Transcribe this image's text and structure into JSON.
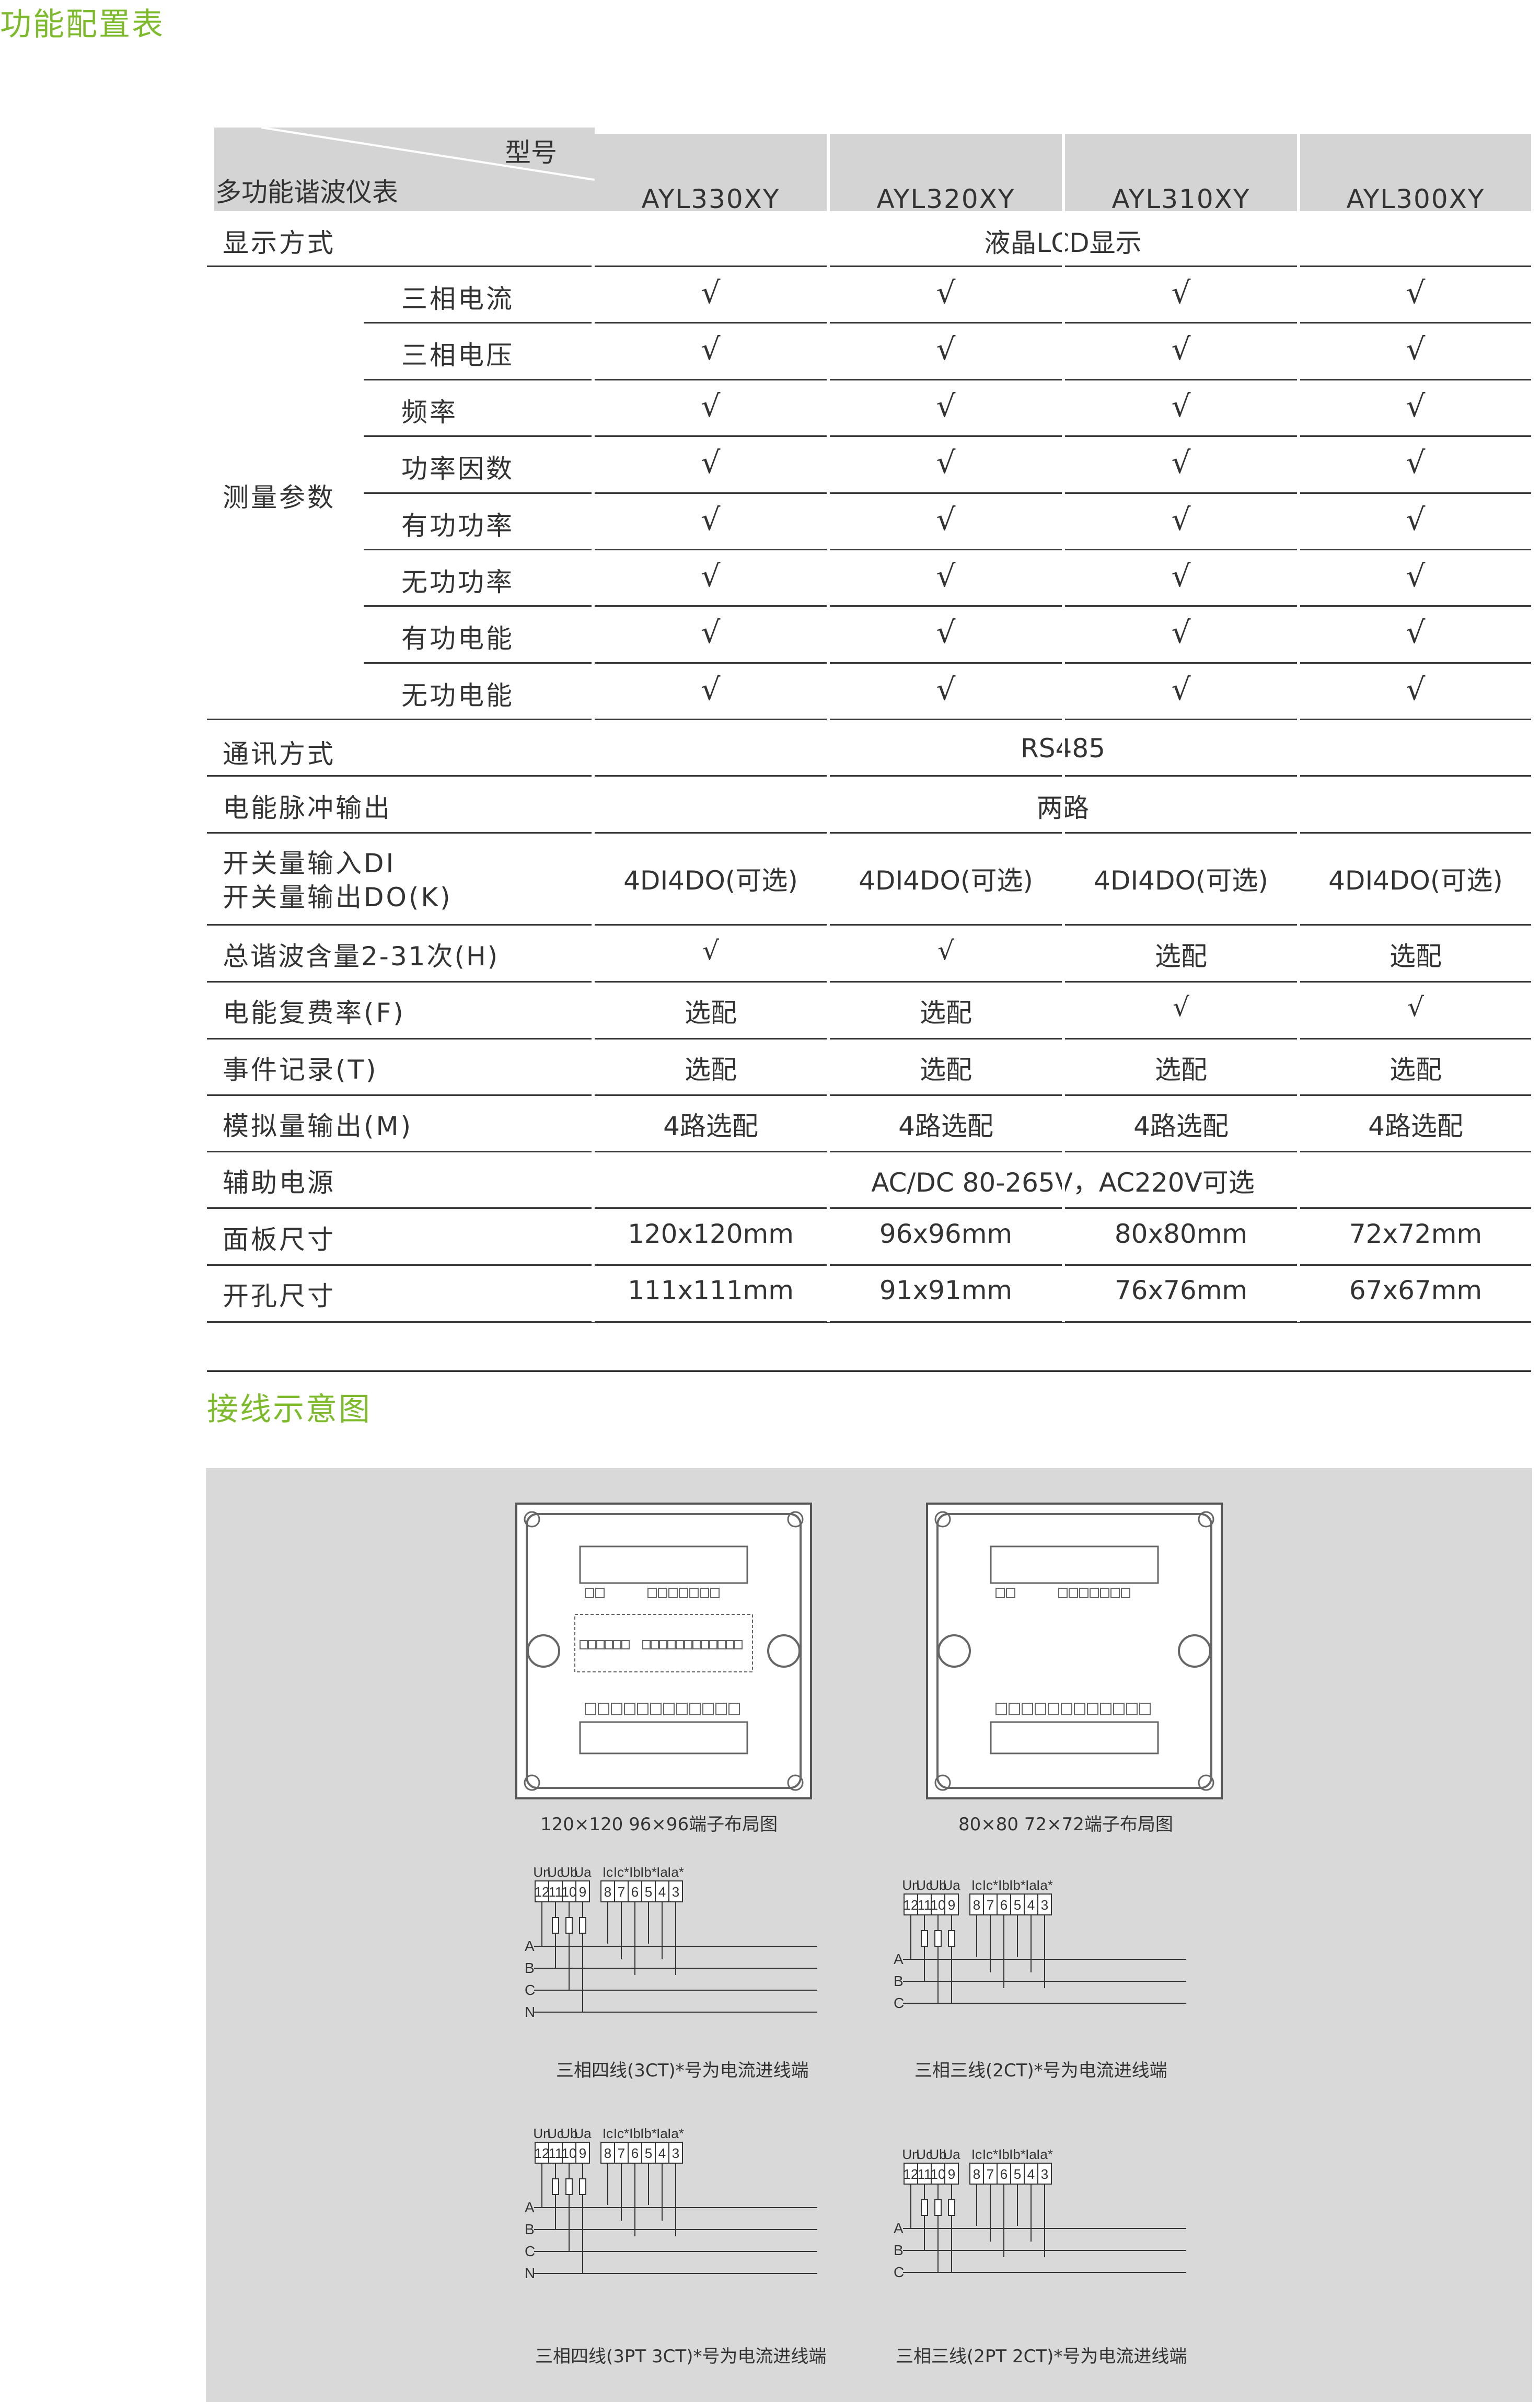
{
  "title": "功能配置表",
  "wiring_title": "接线示意图",
  "header": {
    "corner_model": "型号",
    "corner_product": "多功能谐波仪表",
    "models": [
      "AYL330XY",
      "AYL320XY",
      "AYL310XY",
      "AYL300XY"
    ]
  },
  "rows": {
    "display": {
      "label": "显示方式",
      "value": "液晶LCD显示"
    },
    "measure_group": "测量参数",
    "measure_items": [
      {
        "label": "三相电流",
        "values": [
          "√",
          "√",
          "√",
          "√"
        ]
      },
      {
        "label": "三相电压",
        "values": [
          "√",
          "√",
          "√",
          "√"
        ]
      },
      {
        "label": "频率",
        "values": [
          "√",
          "√",
          "√",
          "√"
        ]
      },
      {
        "label": "功率因数",
        "values": [
          "√",
          "√",
          "√",
          "√"
        ]
      },
      {
        "label": "有功功率",
        "values": [
          "√",
          "√",
          "√",
          "√"
        ]
      },
      {
        "label": "无功功率",
        "values": [
          "√",
          "√",
          "√",
          "√"
        ]
      },
      {
        "label": "有功电能",
        "values": [
          "√",
          "√",
          "√",
          "√"
        ]
      },
      {
        "label": "无功电能",
        "values": [
          "√",
          "√",
          "√",
          "√"
        ]
      }
    ],
    "comm": {
      "label": "通讯方式",
      "value": "RS485"
    },
    "pulse": {
      "label": "电能脉冲输出",
      "value": "两路"
    },
    "dido": {
      "label_line1": "开关量输入DI",
      "label_line2": "开关量输出DO(K)",
      "values": [
        "4DI4DO(可选)",
        "4DI4DO(可选)",
        "4DI4DO(可选)",
        "4DI4DO(可选)"
      ]
    },
    "harmonic": {
      "label": "总谐波含量2-31次(H)",
      "values": [
        "√",
        "√",
        "选配",
        "选配"
      ]
    },
    "tariff": {
      "label": "电能复费率(F)",
      "values": [
        "选配",
        "选配",
        "√",
        "√"
      ]
    },
    "event": {
      "label": "事件记录(T)",
      "values": [
        "选配",
        "选配",
        "选配",
        "选配"
      ]
    },
    "analog": {
      "label": "模拟量输出(M)",
      "values": [
        "4路选配",
        "4路选配",
        "4路选配",
        "4路选配"
      ]
    },
    "aux": {
      "label": "辅助电源",
      "value": "AC/DC 80-265V，AC220V可选"
    },
    "panel": {
      "label": "面板尺寸",
      "values": [
        "120x120mm",
        "96x96mm",
        "80x80mm",
        "72x72mm"
      ]
    },
    "cutout": {
      "label": "开孔尺寸",
      "values": [
        "111x111mm",
        "91x91mm",
        "76x76mm",
        "67x67mm"
      ]
    }
  },
  "diagrams": {
    "layout_large_caption": "120×120  96×96端子布局图",
    "layout_small_caption": "80×80  72×72端子布局图",
    "w1_caption": "三相四线(3CT)*号为电流进线端",
    "w2_caption": "三相三线(2CT)*号为电流进线端",
    "w3_caption": "三相四线(3PT 3CT)*号为电流进线端",
    "w4_caption": "三相三线(2PT 2CT)*号为电流进线端",
    "voltage_labels": [
      "Un",
      "Uc",
      "Ub",
      "Ua"
    ],
    "current_labels": [
      "Ic",
      "Ic*",
      "Ib",
      "Ib*",
      "Ia",
      "Ia*"
    ],
    "terminals_v": [
      "12",
      "11",
      "10",
      "9"
    ],
    "terminals_i": [
      "8",
      "7",
      "6",
      "5",
      "4",
      "3"
    ],
    "phases_4w": [
      "A",
      "B",
      "C",
      "N"
    ],
    "phases_3w": [
      "A",
      "B",
      "C"
    ]
  },
  "colors": {
    "accent": "#7dbb2c",
    "header_bg": "#d4d4d4",
    "diagram_bg": "#d9d9d9"
  }
}
